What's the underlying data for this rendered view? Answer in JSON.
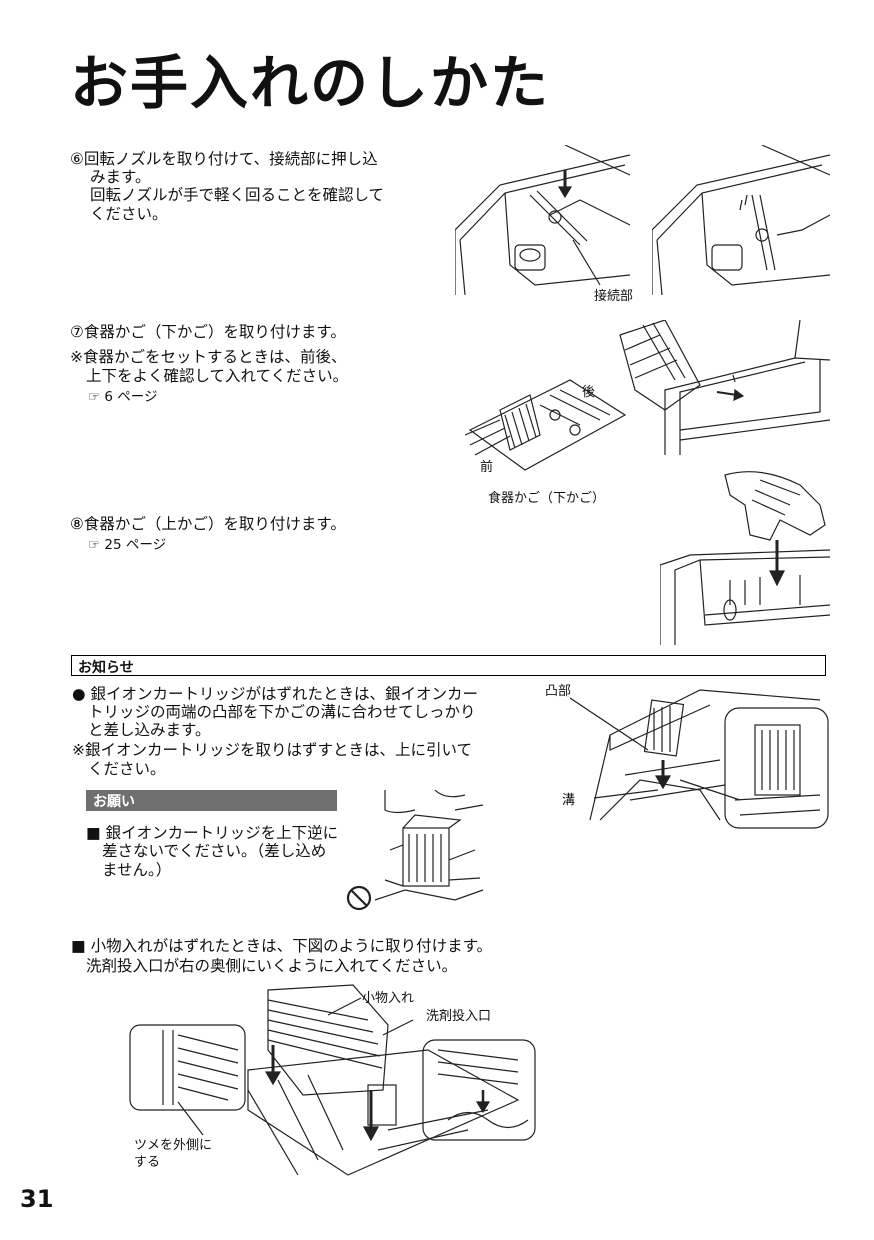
{
  "page": {
    "title": "お手入れのしかた",
    "page_number": "31"
  },
  "step6": {
    "lines": [
      "⑥回転ノズルを取り付けて、接続部に押し込",
      "みます。",
      "回転ノズルが手で軽く回ることを確認して",
      "ください。"
    ],
    "label_connection": "接続部"
  },
  "step7": {
    "heading": "⑦食器かご（下かご）を取り付けます。",
    "note_lines": [
      "※食器かごをセットするときは、前後、",
      "上下をよく確認して入れてください。"
    ],
    "reference": "☞ 6 ページ",
    "label_back": "後",
    "label_front": "前",
    "caption": "食器かご（下かご）"
  },
  "step8": {
    "heading": "⑧食器かご（上かご）を取り付けます。",
    "reference": "☞ 25 ページ"
  },
  "notice": {
    "title": "お知らせ",
    "bullet_lines": [
      "● 銀イオンカートリッジがはずれたときは、銀イオンカー",
      "トリッジの両端の凸部を下かごの溝に合わせてしっかり",
      "と差し込みます。"
    ],
    "note_lines": [
      "※銀イオンカートリッジを取りはずすときは、上に引いて",
      "ください。"
    ],
    "label_protrusion": "凸部",
    "label_groove": "溝"
  },
  "request": {
    "title": "お願い",
    "lines": [
      "■ 銀イオンカートリッジを上下逆に",
      "差さないでください。（差し込め",
      "ません。）"
    ]
  },
  "small_case": {
    "lines": [
      "■ 小物入れがはずれたときは、下図のように取り付けます。",
      "洗剤投入口が右の奥側にいくように入れてください。"
    ],
    "label_case": "小物入れ",
    "label_detergent": "洗剤投入口",
    "label_claw": [
      "ツメを外側に",
      "する"
    ]
  }
}
